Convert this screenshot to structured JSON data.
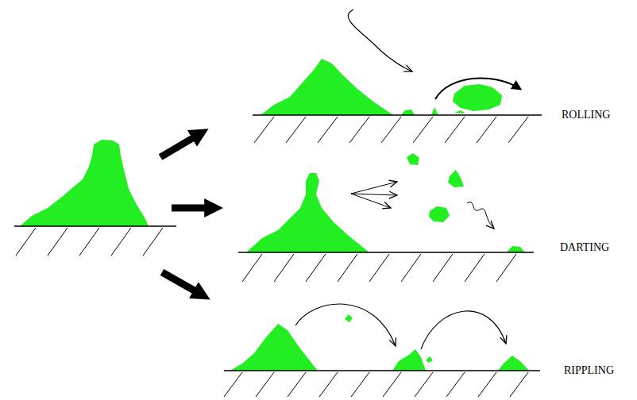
{
  "diagram": {
    "labels": [
      "ROLLING",
      "DARTING",
      "RIPPLING"
    ]
  }
}
